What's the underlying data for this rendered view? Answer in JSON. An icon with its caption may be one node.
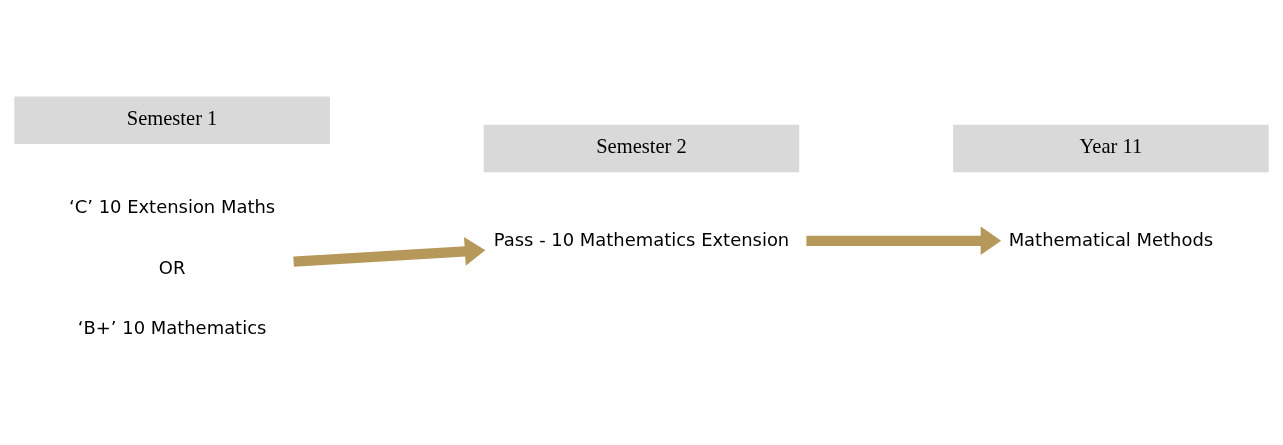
{
  "diagram": {
    "nodes": [
      {
        "text": [
          "‘C’ 10 Extension Maths",
          "OR",
          "‘B+’ 10 Mathematics"
        ]
      },
      {
        "text": [
          "Pass - 10 Mathematics Extension"
        ]
      },
      {
        "text": [
          "Mathematical Methods"
        ]
      }
    ],
    "edges": [
      {
        "from": 0,
        "to": 1,
        "arrow": "to"
      },
      {
        "from": 1,
        "to": 2,
        "arrow": "to"
      }
    ],
    "labels": [
      "Semester 1",
      "Semester 2",
      "Year 11"
    ]
  }
}
